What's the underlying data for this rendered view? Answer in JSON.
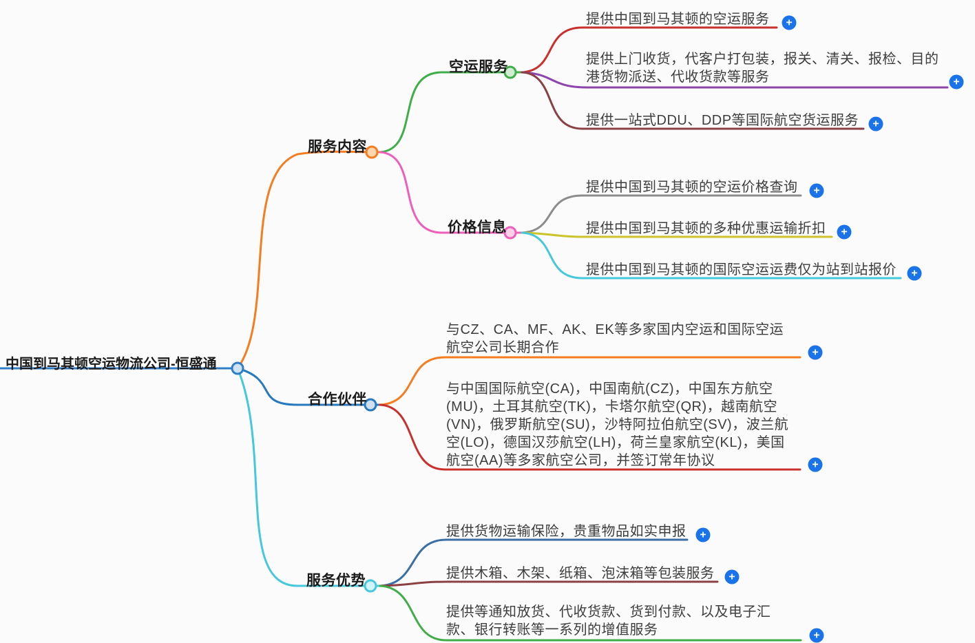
{
  "root": {
    "label": "中国到马其顿空运物流公司-恒盛通"
  },
  "branches": [
    {
      "label": "服务内容",
      "children": [
        {
          "label": "空运服务",
          "leaves": [
            {
              "text": "提供中国到马其顿的空运服务"
            },
            {
              "text": "提供上门收货，代客户打包装，报关、清关、报检、目的港货物派送、代收货款等服务"
            },
            {
              "text": "提供一站式DDU、DDP等国际航空货运服务"
            }
          ]
        },
        {
          "label": "价格信息",
          "leaves": [
            {
              "text": "提供中国到马其顿的空运价格查询"
            },
            {
              "text": "提供中国到马其顿的多种优惠运输折扣"
            },
            {
              "text": "提供中国到马其顿的国际空运运费仅为站到站报价"
            }
          ]
        }
      ]
    },
    {
      "label": "合作伙伴",
      "leaves": [
        {
          "text": "与CZ、CA、MF、AK、EK等多家国内空运和国际空运航空公司长期合作"
        },
        {
          "text": "与中国国际航空(CA)，中国南航(CZ)，中国东方航空(MU)，土耳其航空(TK)，卡塔尔航空(QR)，越南航空(VN)，俄罗斯航空(SU)，沙特阿拉伯航空(SV)，波兰航空(LO)，德国汉莎航空(LH)，荷兰皇家航空(KL)，美国航空(AA)等多家航空公司，并签订常年协议"
        }
      ]
    },
    {
      "label": "服务优势",
      "leaves": [
        {
          "text": "提供货物运输保险，贵重物品如实申报"
        },
        {
          "text": "提供木箱、木架、纸箱、泡沫箱等包装服务"
        },
        {
          "text": "提供等通知放货、代收货款、货到付款、以及电子汇款、银行转账等一系列的增值服务"
        }
      ]
    }
  ],
  "icons": {
    "expand": "+"
  },
  "colors": {
    "root_line": "#2f7ec7",
    "branch_service_content": "#f57c1f",
    "node_air_freight": "#3fae49",
    "node_price_info": "#ee5fb9",
    "branch_partners": "#2779bd",
    "branch_advantages": "#45c8dc",
    "leaf_red": "#c9302c",
    "leaf_purple": "#8e44ad",
    "leaf_maroon": "#8b4043",
    "leaf_gray": "#8c8c8c",
    "leaf_yellow": "#cbc32a",
    "leaf_cyan": "#45c8dc",
    "leaf_orange": "#f57c1f",
    "leaf_blue": "#3a6ea5",
    "leaf_green": "#3fae49",
    "expand_button": "#1a73e8"
  }
}
